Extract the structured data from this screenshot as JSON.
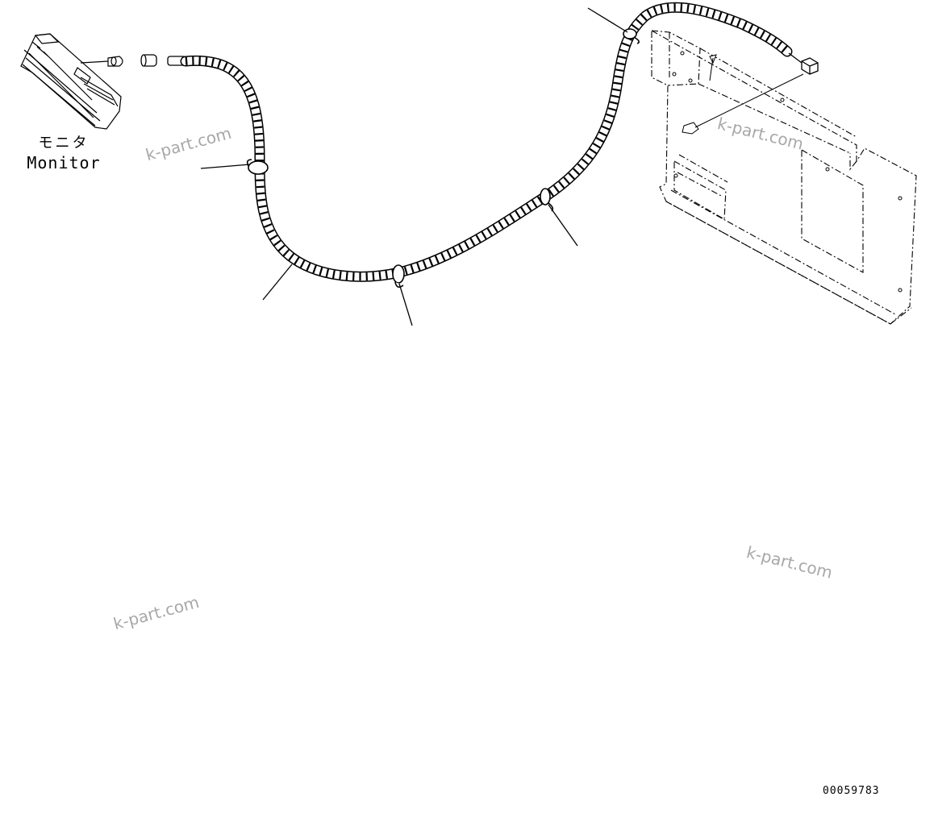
{
  "monitor": {
    "label_jp": "モニタ",
    "label_en": "Monitor"
  },
  "watermarks": [
    "k-part.com",
    "k-part.com",
    "k-part.com",
    "k-part.com"
  ],
  "figure_number": "00059783",
  "colors": {
    "line": "#000000",
    "watermark": "#a8a8a8",
    "background": "#ffffff"
  }
}
